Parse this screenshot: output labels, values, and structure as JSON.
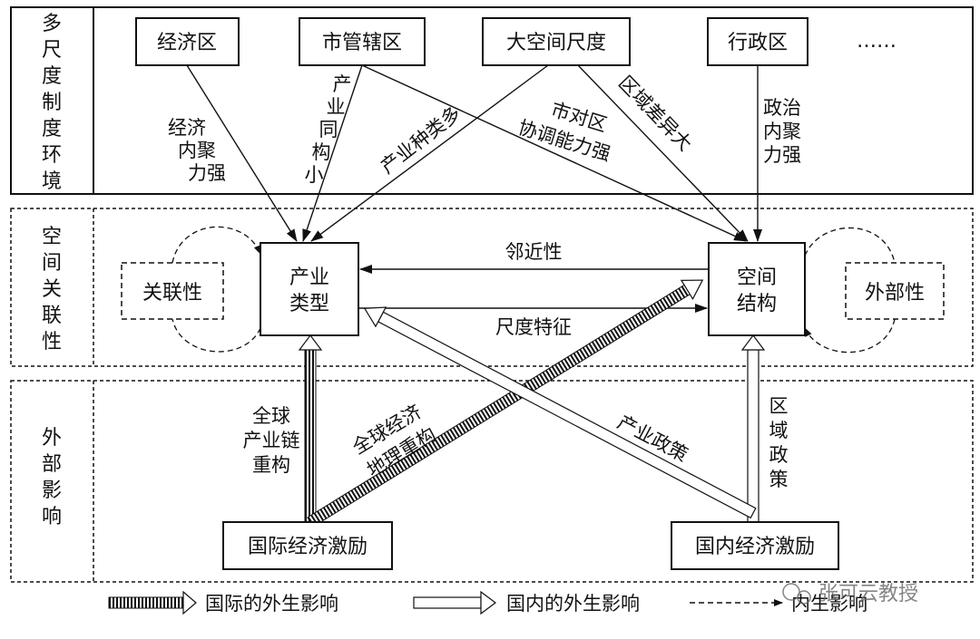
{
  "rows": {
    "top": {
      "label_chars": [
        "多",
        "尺",
        "度",
        "制",
        "度",
        "环",
        "境"
      ]
    },
    "middle": {
      "label_chars": [
        "空",
        "间",
        "关",
        "联",
        "性"
      ]
    },
    "bottom": {
      "label_chars": [
        "外",
        "部",
        "影",
        "响"
      ]
    }
  },
  "top_boxes": [
    "经济区",
    "市管辖区",
    "大空间尺度",
    "行政区"
  ],
  "top_ellipsis": "……",
  "core": {
    "industry": [
      "产业",
      "类型"
    ],
    "spatial": [
      "空间",
      "结构"
    ],
    "association": "关联性",
    "externality": "外部性",
    "proximity": "邻近性",
    "scale": "尺度特征"
  },
  "arrow_labels": {
    "econ": [
      "经济",
      "内聚",
      "力强"
    ],
    "similar": [
      "产",
      "业",
      "同",
      "构",
      "小"
    ],
    "variety": "产业种类多",
    "coord": [
      "市对区",
      "协调能力强"
    ],
    "diff": "区域差异大",
    "political": [
      "政治",
      "内聚",
      "力强"
    ],
    "global_chain": [
      "全球",
      "产业链",
      "重构"
    ],
    "global_geo": [
      "全球经济",
      "地理重构"
    ],
    "industrial_policy": "产业政策",
    "regional_policy": [
      "区",
      "域",
      "政",
      "策"
    ]
  },
  "bottom_boxes": {
    "international": "国际经济激励",
    "domestic": "国内经济激励"
  },
  "legend": {
    "international": "国际的外生影响",
    "domestic": "国内的外生影响",
    "endogenous": "内生影响"
  },
  "watermark": "张可云教授"
}
